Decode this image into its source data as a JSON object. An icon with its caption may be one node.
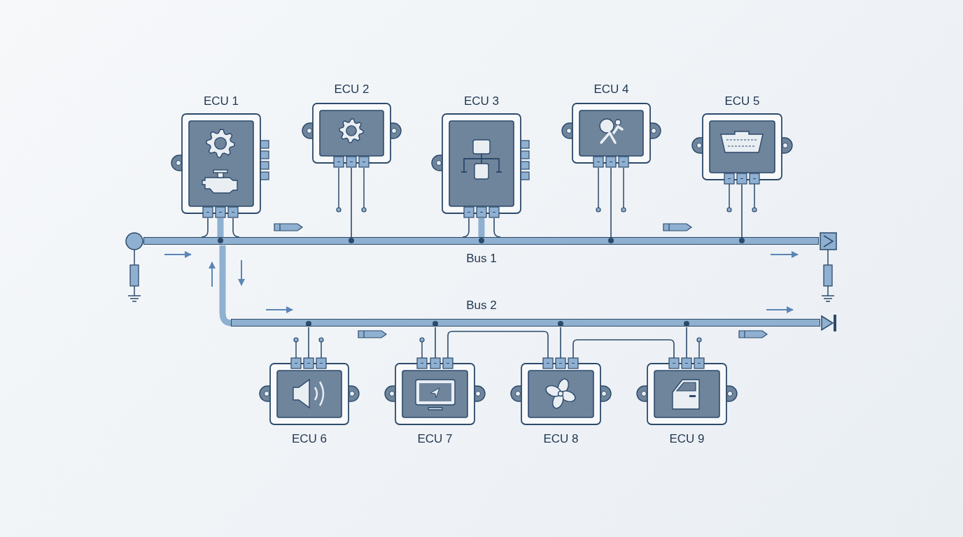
{
  "diagram": {
    "nodes": [
      {
        "text": [
          "ECU 1"
        ]
      },
      {
        "text": [
          "ECU 2"
        ]
      },
      {
        "text": [
          "ECU 3"
        ]
      },
      {
        "text": [
          "ECU 4"
        ]
      },
      {
        "text": [
          "ECU 5"
        ]
      },
      {
        "text": [],
        "shape": "bar",
        "beside": [
          "Bus 1"
        ]
      },
      {
        "text": [],
        "shape": "bar",
        "beside": [
          "Bus 2"
        ]
      },
      {
        "text": [
          "ECU 6"
        ]
      },
      {
        "text": [
          "ECU 7"
        ]
      },
      {
        "text": [
          "ECU 8"
        ]
      },
      {
        "text": [
          "ECU 9"
        ]
      }
    ],
    "edges": [
      {
        "from": 0,
        "to": 5,
        "arrow": "other",
        "style": "thick",
        "color": "#8fb0d0"
      },
      {
        "from": 0,
        "to": 5,
        "arrow": "none"
      },
      {
        "from": 0,
        "to": 5,
        "arrow": "none"
      },
      {
        "from": 1,
        "to": 5,
        "arrow": "other"
      },
      {
        "from": 2,
        "to": 5,
        "arrow": "other",
        "style": "thick",
        "color": "#8fb0d0"
      },
      {
        "from": 2,
        "to": 5,
        "arrow": "none"
      },
      {
        "from": 2,
        "to": 5,
        "arrow": "none"
      },
      {
        "from": 3,
        "to": 5,
        "arrow": "other"
      },
      {
        "from": 4,
        "to": 5,
        "arrow": "other"
      },
      {
        "from": 5,
        "to": 6,
        "arrow": "none",
        "style": "thick",
        "color": "#8fb0d0"
      },
      {
        "from": 7,
        "to": 6,
        "arrow": "other"
      },
      {
        "from": 8,
        "to": 6,
        "arrow": "other"
      },
      {
        "from": 9,
        "to": 6,
        "arrow": "other"
      },
      {
        "from": 10,
        "to": 6,
        "arrow": "other"
      },
      {
        "from": 8,
        "to": 9,
        "arrow": "none"
      },
      {
        "from": 9,
        "to": 10,
        "arrow": "none"
      }
    ]
  }
}
